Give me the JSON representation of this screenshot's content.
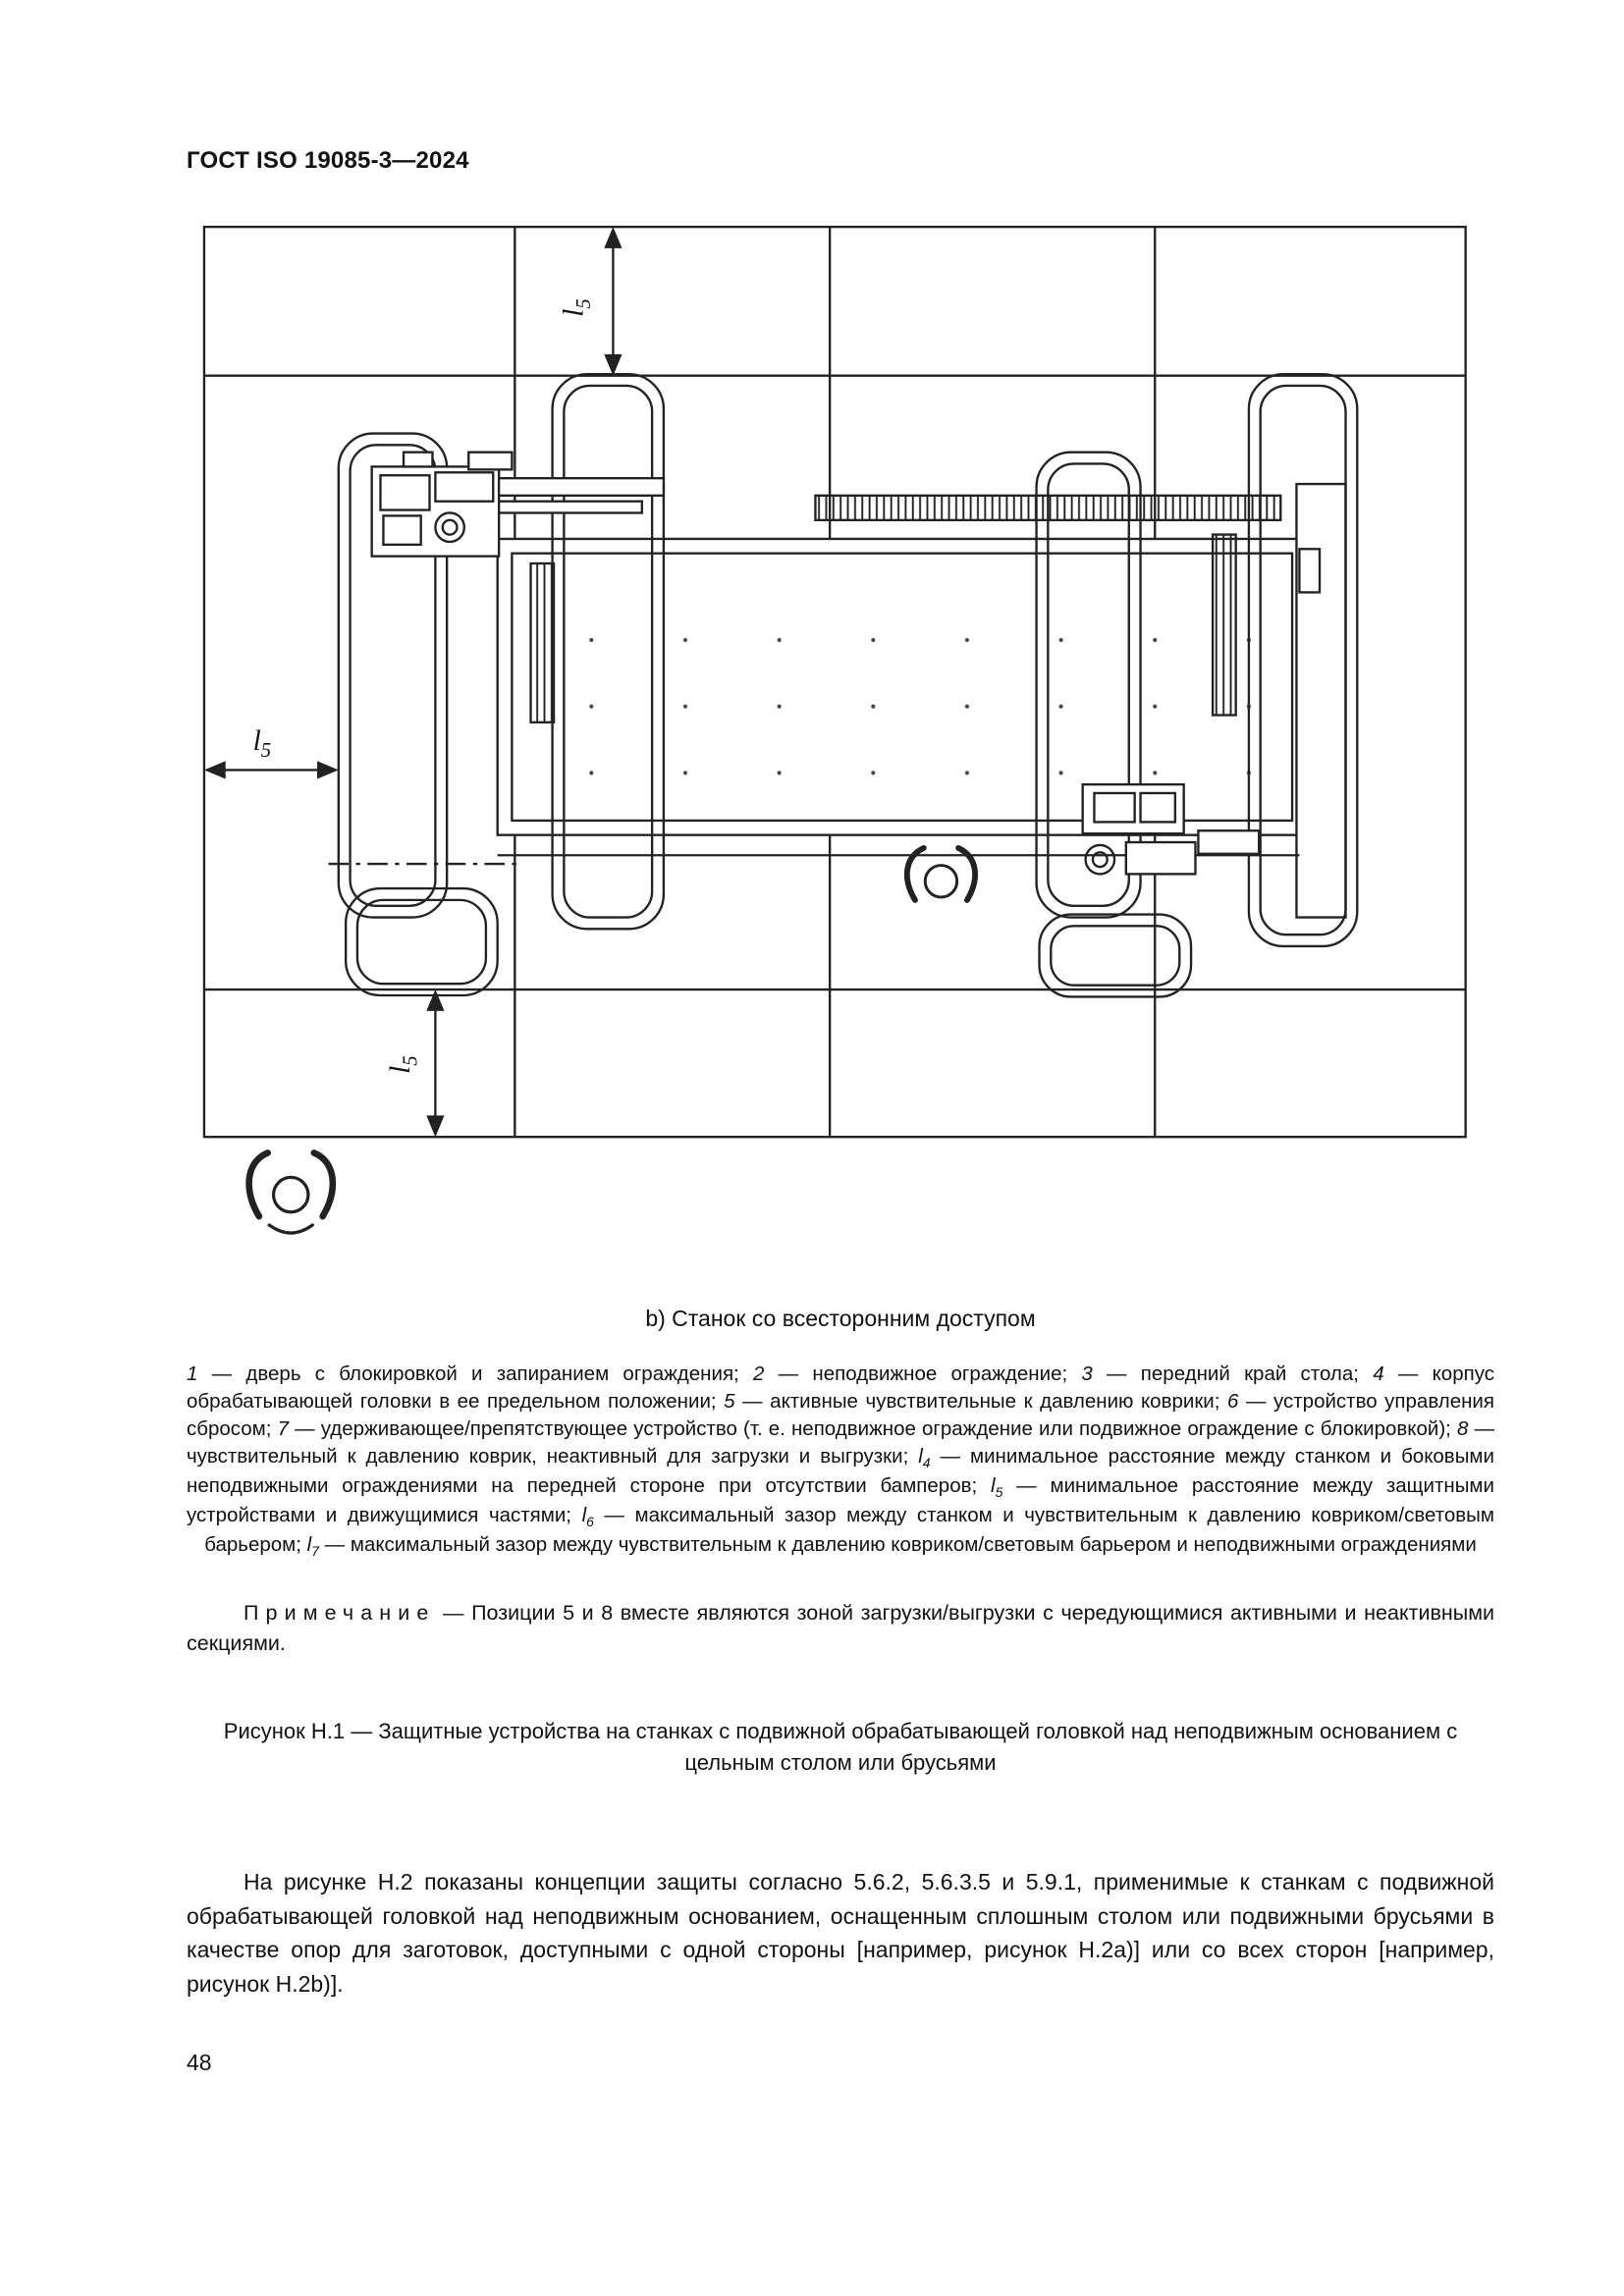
{
  "header": {
    "doc_number": "ГОСТ ISO 19085-3—2024"
  },
  "figure": {
    "subcaption": "b) Станок со всесторонним доступом",
    "dim_letter": "l",
    "dim_sub": "5",
    "caption": "Рисунок Н.1 — Защитные устройства на станках с подвижной обрабатывающей головкой над неподвижным основанием с цельным столом или брусьями"
  },
  "legend": {
    "items": [
      {
        "label": "1",
        "sub": "",
        "text": "дверь с блокировкой и запиранием ограждения"
      },
      {
        "label": "2",
        "sub": "",
        "text": "неподвижное ограждение"
      },
      {
        "label": "3",
        "sub": "",
        "text": "передний край стола"
      },
      {
        "label": "4",
        "sub": "",
        "text": "корпус обрабатывающей головки в ее предельном положении"
      },
      {
        "label": "5",
        "sub": "",
        "text": "активные чувствительные к давлению коврики"
      },
      {
        "label": "6",
        "sub": "",
        "text": "устройство управления сбросом"
      },
      {
        "label": "7",
        "sub": "",
        "text": "удерживающее/препятствующее устройство (т. е. неподвижное ограждение или подвижное ограждение с блокировкой)"
      },
      {
        "label": "8",
        "sub": "",
        "text": "чувствительный к давлению коврик, неактивный для загрузки и выгрузки"
      },
      {
        "label": "l",
        "sub": "4",
        "text": "минимальное расстояние между станком и боковыми неподвижными ограждениями на передней стороне при отсутствии бамперов"
      },
      {
        "label": "l",
        "sub": "5",
        "text": "минимальное расстояние между защитными устройствами и движущимися частями"
      },
      {
        "label": "l",
        "sub": "6",
        "text": "максимальный зазор между станком и чувствительным к давлению ковриком/световым барьером"
      },
      {
        "label": "l",
        "sub": "7",
        "text": "максимальный зазор между чувствительным к давлению ковриком/световым барьером и неподвижными ограждениями"
      }
    ]
  },
  "note": {
    "label": "Примечание",
    "text": " — Позиции 5 и 8 вместе являются зоной загрузки/выгрузки с чередующимися активными и неактивными секциями."
  },
  "body": {
    "paragraph": "На рисунке Н.2 показаны концепции защиты согласно 5.6.2, 5.6.3.5 и 5.9.1, применимые к станкам с подвижной обрабатывающей головкой над неподвижным основанием, оснащенным сплошным столом или подвижными брусьями в качестве опор для заготовок, доступными с одной стороны [например, рисунок Н.2a)] или со всех сторон [например, рисунок Н.2b)]."
  },
  "footer": {
    "page_number": "48"
  }
}
